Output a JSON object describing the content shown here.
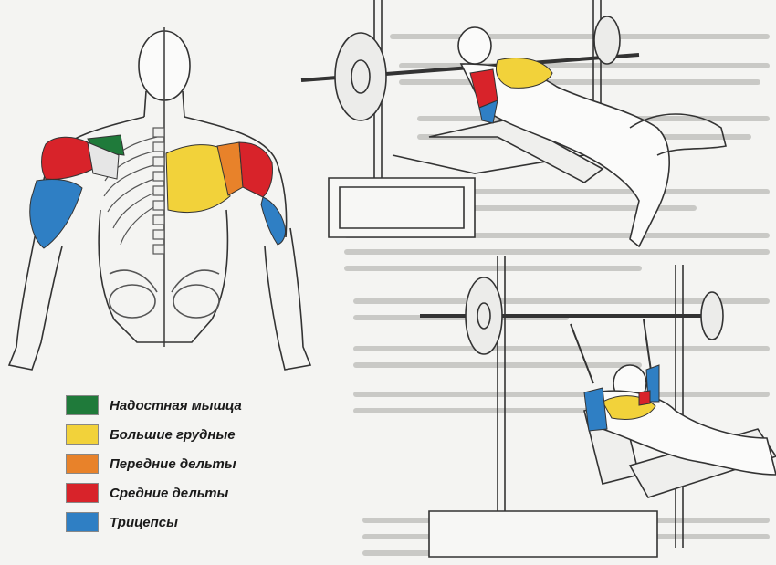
{
  "legend": {
    "items": [
      {
        "label": "Надостная мышца",
        "color": "#1f7a3a"
      },
      {
        "label": "Большие грудные",
        "color": "#f2d23a"
      },
      {
        "label": "Передние дельты",
        "color": "#e8822a"
      },
      {
        "label": "Средние дельты",
        "color": "#d8232a"
      },
      {
        "label": "Трицепсы",
        "color": "#2f7fc4"
      }
    ]
  }
}
